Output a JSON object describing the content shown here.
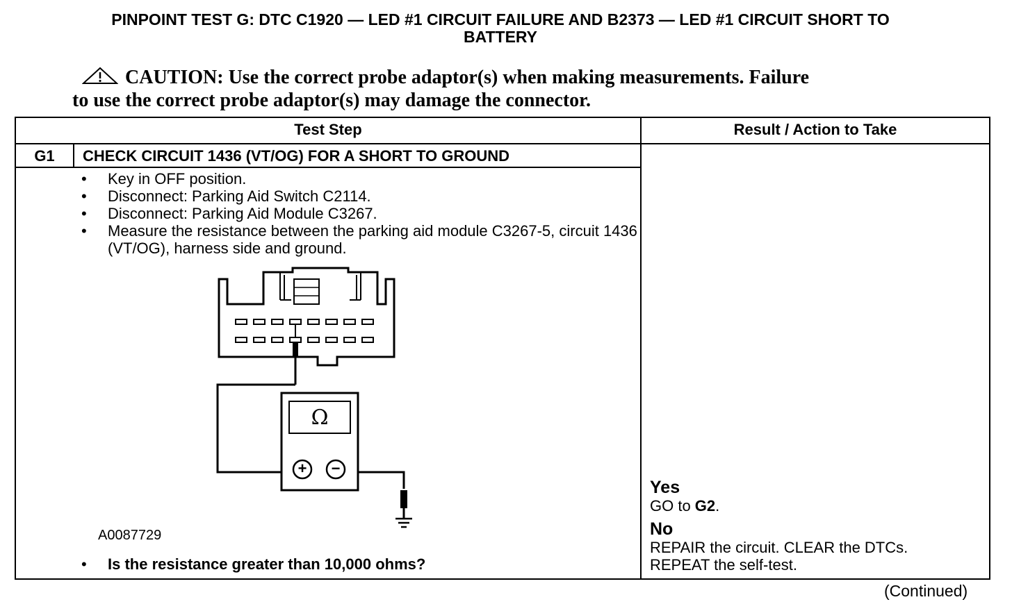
{
  "title": {
    "line1": "PINPOINT TEST  G: DTC C1920 — LED #1 CIRCUIT FAILURE AND B2373 — LED #1 CIRCUIT SHORT TO",
    "line2": "BATTERY"
  },
  "caution": {
    "label": "CAUTION:",
    "text_line1": " Use the correct probe adaptor(s) when making measurements. Failure",
    "text_line2": "to use the correct probe adaptor(s) may damage the connector."
  },
  "table": {
    "headers": {
      "test_step": "Test Step",
      "result_action": "Result / Action to Take"
    },
    "step": {
      "id": "G1",
      "title": "CHECK CIRCUIT 1436 (VT/OG) FOR A SHORT TO GROUND",
      "bullets": [
        "Key in OFF position.",
        "Disconnect: Parking Aid Switch C2114.",
        "Disconnect: Parking Aid Module C3267.",
        "Measure the resistance between the parking aid module C3267-5, circuit 1436 (VT/OG), harness side and ground."
      ],
      "figure_id": "A0087729",
      "question": "Is the resistance greater than 10,000 ohms?"
    },
    "result": {
      "yes_label": "Yes",
      "yes_action_prefix": "GO to ",
      "yes_action_target": "G2",
      "yes_action_suffix": ".",
      "no_label": "No",
      "no_action_line1": "REPAIR the circuit. CLEAR the DTCs.",
      "no_action_line2": "REPEAT the self-test."
    }
  },
  "meter": {
    "display_symbol": "Ω",
    "plus_symbol": "+",
    "minus_symbol": "−"
  },
  "continued": "(Continued)",
  "icons": {
    "caution": "warning-triangle-icon",
    "ground": "ground-symbol-icon"
  }
}
